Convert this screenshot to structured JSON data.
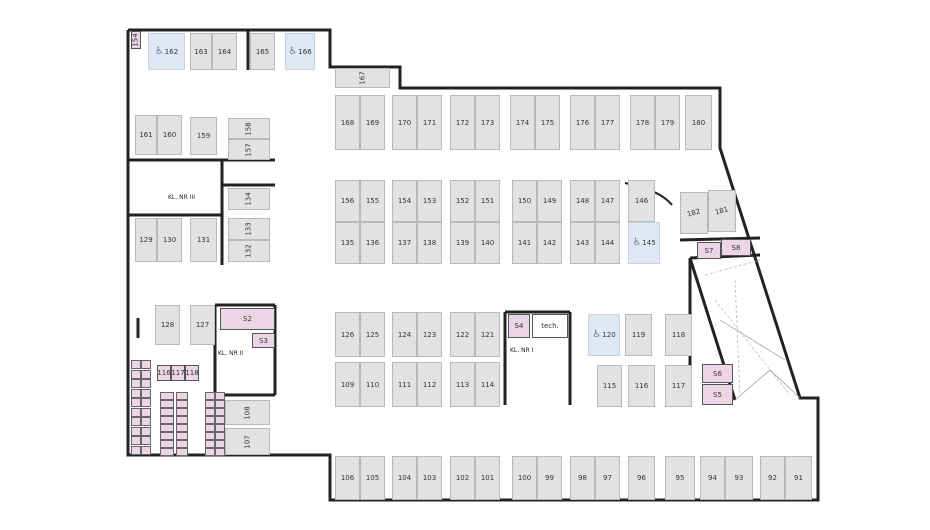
{
  "spaces": [
    "162",
    "163",
    "164",
    "165",
    "166",
    "167",
    "168",
    "169",
    "170",
    "171",
    "172",
    "173",
    "174",
    "175",
    "176",
    "177",
    "178",
    "179",
    "180",
    "161",
    "160",
    "159",
    "158",
    "157",
    "134",
    "133",
    "132",
    "129",
    "130",
    "131",
    "128",
    "127",
    "108",
    "107",
    "156",
    "155",
    "154",
    "153",
    "152",
    "151",
    "150",
    "149",
    "148",
    "147",
    "146",
    "135",
    "136",
    "137",
    "138",
    "139",
    "140",
    "141",
    "142",
    "143",
    "144",
    "145",
    "126",
    "125",
    "124",
    "123",
    "122",
    "121",
    "120",
    "119",
    "118",
    "109",
    "110",
    "111",
    "112",
    "113",
    "114",
    "115",
    "116",
    "117",
    "106",
    "105",
    "104",
    "103",
    "102",
    "101",
    "100",
    "99",
    "98",
    "97",
    "96",
    "95",
    "94",
    "93",
    "92",
    "91",
    "182",
    "181"
  ],
  "storage": [
    "154",
    "S2",
    "S3",
    "S4",
    "tech.",
    "S6",
    "S5",
    "S7",
    "S8",
    "116",
    "117",
    "118"
  ],
  "cores": [
    "KL. NR III",
    "KL. NR II",
    "KL. NR I"
  ],
  "accessible_spaces": [
    "162",
    "166",
    "145",
    "120"
  ],
  "colors": {
    "parking": "#e2e2e2",
    "accessible": "#dfe9f5",
    "storage": "#ecd6e6",
    "wall": "#222222"
  }
}
